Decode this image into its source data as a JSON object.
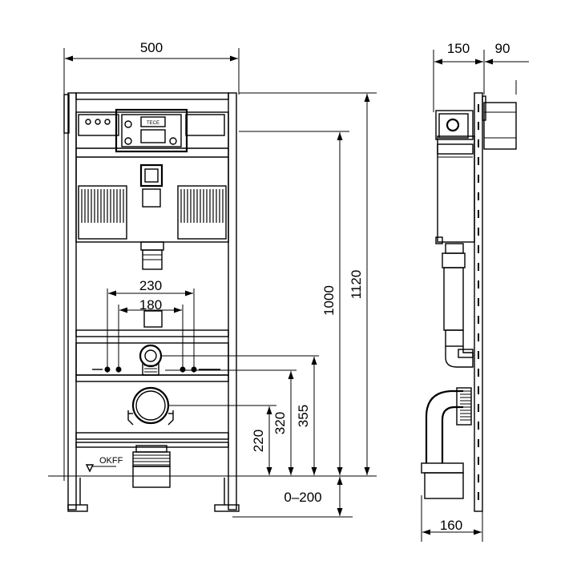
{
  "dimensions": {
    "width_total": "500",
    "side_depth": "150",
    "side_offset": "90",
    "height_top": "1120",
    "height_module": "1000",
    "bolt_spacing_outer": "230",
    "bolt_spacing_inner": "180",
    "height_355": "355",
    "height_320": "320",
    "height_220": "220",
    "adjust_range": "0–200",
    "foot_depth": "160"
  },
  "labels": {
    "floor_level": "OKFF",
    "brand": "TECE"
  }
}
